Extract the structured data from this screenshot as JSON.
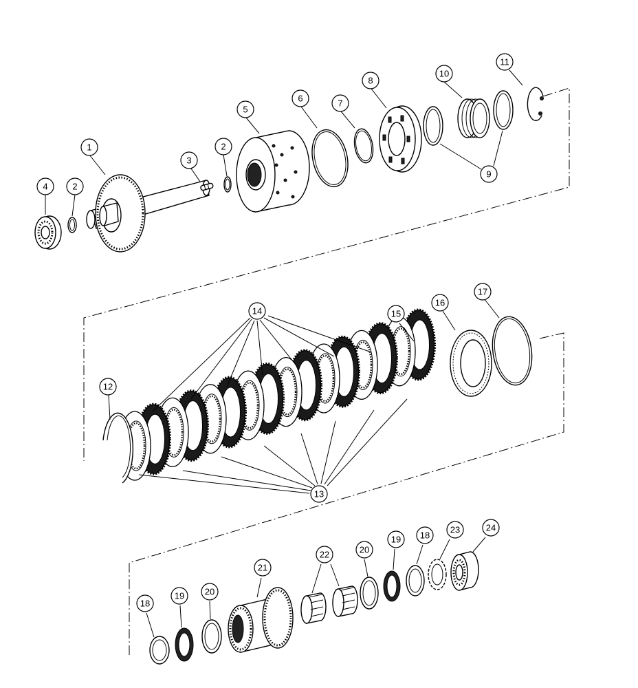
{
  "diagram": {
    "callouts": [
      {
        "id": "c1",
        "label": "1"
      },
      {
        "id": "c2a",
        "label": "2"
      },
      {
        "id": "c2b",
        "label": "2"
      },
      {
        "id": "c3",
        "label": "3"
      },
      {
        "id": "c4",
        "label": "4"
      },
      {
        "id": "c5",
        "label": "5"
      },
      {
        "id": "c6",
        "label": "6"
      },
      {
        "id": "c7",
        "label": "7"
      },
      {
        "id": "c8",
        "label": "8"
      },
      {
        "id": "c9",
        "label": "9"
      },
      {
        "id": "c10",
        "label": "10"
      },
      {
        "id": "c11",
        "label": "11"
      },
      {
        "id": "c12",
        "label": "12"
      },
      {
        "id": "c13",
        "label": "13"
      },
      {
        "id": "c14",
        "label": "14"
      },
      {
        "id": "c15",
        "label": "15"
      },
      {
        "id": "c16",
        "label": "16"
      },
      {
        "id": "c17",
        "label": "17"
      },
      {
        "id": "c18a",
        "label": "18"
      },
      {
        "id": "c18b",
        "label": "18"
      },
      {
        "id": "c19a",
        "label": "19"
      },
      {
        "id": "c19b",
        "label": "19"
      },
      {
        "id": "c20a",
        "label": "20"
      },
      {
        "id": "c20b",
        "label": "20"
      },
      {
        "id": "c21",
        "label": "21"
      },
      {
        "id": "c22",
        "label": "22"
      },
      {
        "id": "c23",
        "label": "23"
      },
      {
        "id": "c24",
        "label": "24"
      }
    ]
  }
}
